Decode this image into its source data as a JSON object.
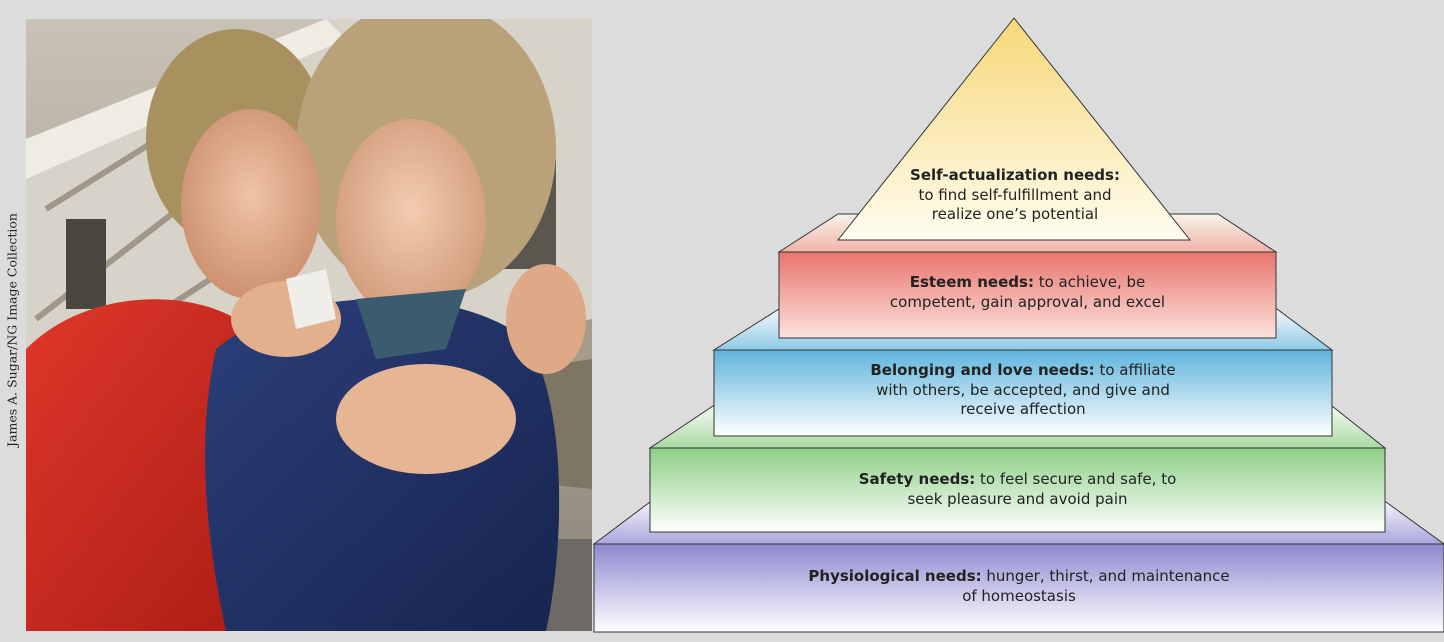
{
  "credit": "James A. Sugar/NG Image Collection",
  "photo": {
    "subject": "two women embracing in front of collapsed building"
  },
  "tiers": [
    {
      "title": "Self-actualization needs:",
      "desc_lines": [
        "to find self-fulfillment and",
        "realize one’s potential"
      ],
      "color": "#fff4b8"
    },
    {
      "title": "Esteem needs:",
      "desc_lines": [
        "to achieve, be",
        "competent, gain approval, and excel"
      ],
      "color": "#e8807a"
    },
    {
      "title": "Belonging and love needs:",
      "desc_lines": [
        "to affiliate",
        "with others, be accepted, and give and",
        "receive affection"
      ],
      "color": "#7cc3e0"
    },
    {
      "title": "Safety needs:",
      "desc_lines": [
        "to feel secure and safe, to",
        "seek pleasure and avoid pain"
      ],
      "color": "#9fd39a"
    },
    {
      "title": "Physiological needs:",
      "desc_lines": [
        "hunger, thirst, and maintenance",
        "of homeostasis"
      ],
      "color": "#a6a2d6"
    }
  ]
}
